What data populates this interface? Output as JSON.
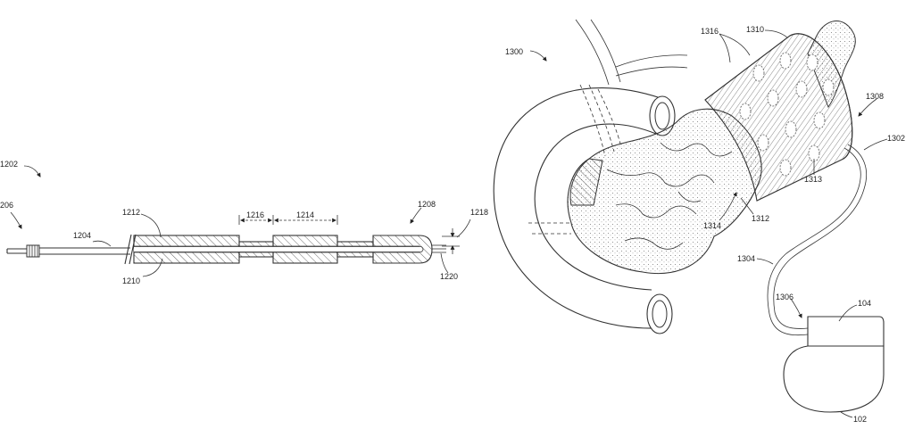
{
  "labels": {
    "l1202": "1202",
    "l206": "206",
    "l1204": "1204",
    "l1212": "1212",
    "l1210": "1210",
    "l1216": "1216",
    "l1214": "1214",
    "l1208": "1208",
    "l1218": "1218",
    "l1220": "1220",
    "l1300": "1300",
    "l1316": "1316",
    "l1310": "1310",
    "l1308": "1308",
    "l1302": "1302",
    "l1313": "1313",
    "l1312": "1312",
    "l1314": "1314",
    "l1304": "1304",
    "l1306": "1306",
    "l104": "104",
    "l102": "102"
  }
}
